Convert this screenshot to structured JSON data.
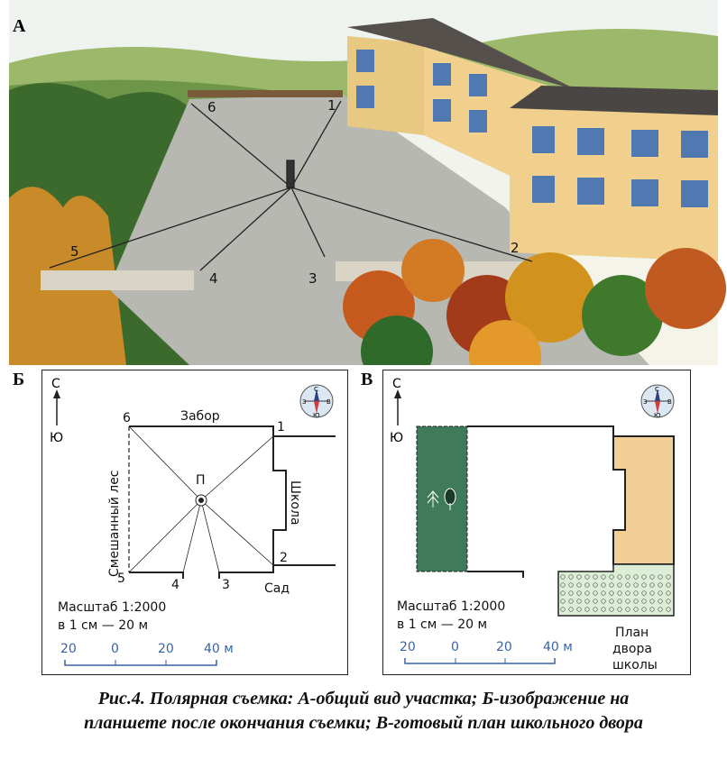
{
  "panel_a": {
    "letter": "А",
    "points": [
      "1",
      "2",
      "3",
      "4",
      "5",
      "6"
    ]
  },
  "panel_b": {
    "letter": "Б",
    "north": "С",
    "south": "Ю",
    "compass": {
      "n": "С",
      "s": "Ю",
      "w": "З",
      "e": "В"
    },
    "labels": {
      "fence": "Забор",
      "forest": "Смешанный лес",
      "school": "Школа",
      "garden": "Сад",
      "station": "П"
    },
    "points": [
      "1",
      "2",
      "3",
      "4",
      "5",
      "6"
    ],
    "scale_title": "Масштаб 1:2000",
    "scale_note": "в 1 см — 20 м",
    "scale_ticks": [
      "20",
      "0",
      "20",
      "40 м"
    ]
  },
  "panel_c": {
    "letter": "В",
    "north": "С",
    "south": "Ю",
    "compass": {
      "n": "С",
      "s": "Ю",
      "w": "З",
      "e": "В"
    },
    "scale_title": "Масштаб 1:2000",
    "scale_note": "в 1 см — 20 м",
    "scale_ticks": [
      "20",
      "0",
      "20",
      "40 м"
    ],
    "plan_title_1": "План",
    "plan_title_2": "двора",
    "plan_title_3": "школы"
  },
  "caption": {
    "line1": "Рис.4. Полярная съемка: А-общий вид участка; Б-изображение на",
    "line2": "планшете после окончания съемки; В-готовый план школьного двора"
  },
  "colors": {
    "forest": "#3f7a5a",
    "school": "#f2cf96",
    "garden": "#dcefd6",
    "scale": "#3a62a8",
    "compass_needle": "#d23a3a"
  }
}
